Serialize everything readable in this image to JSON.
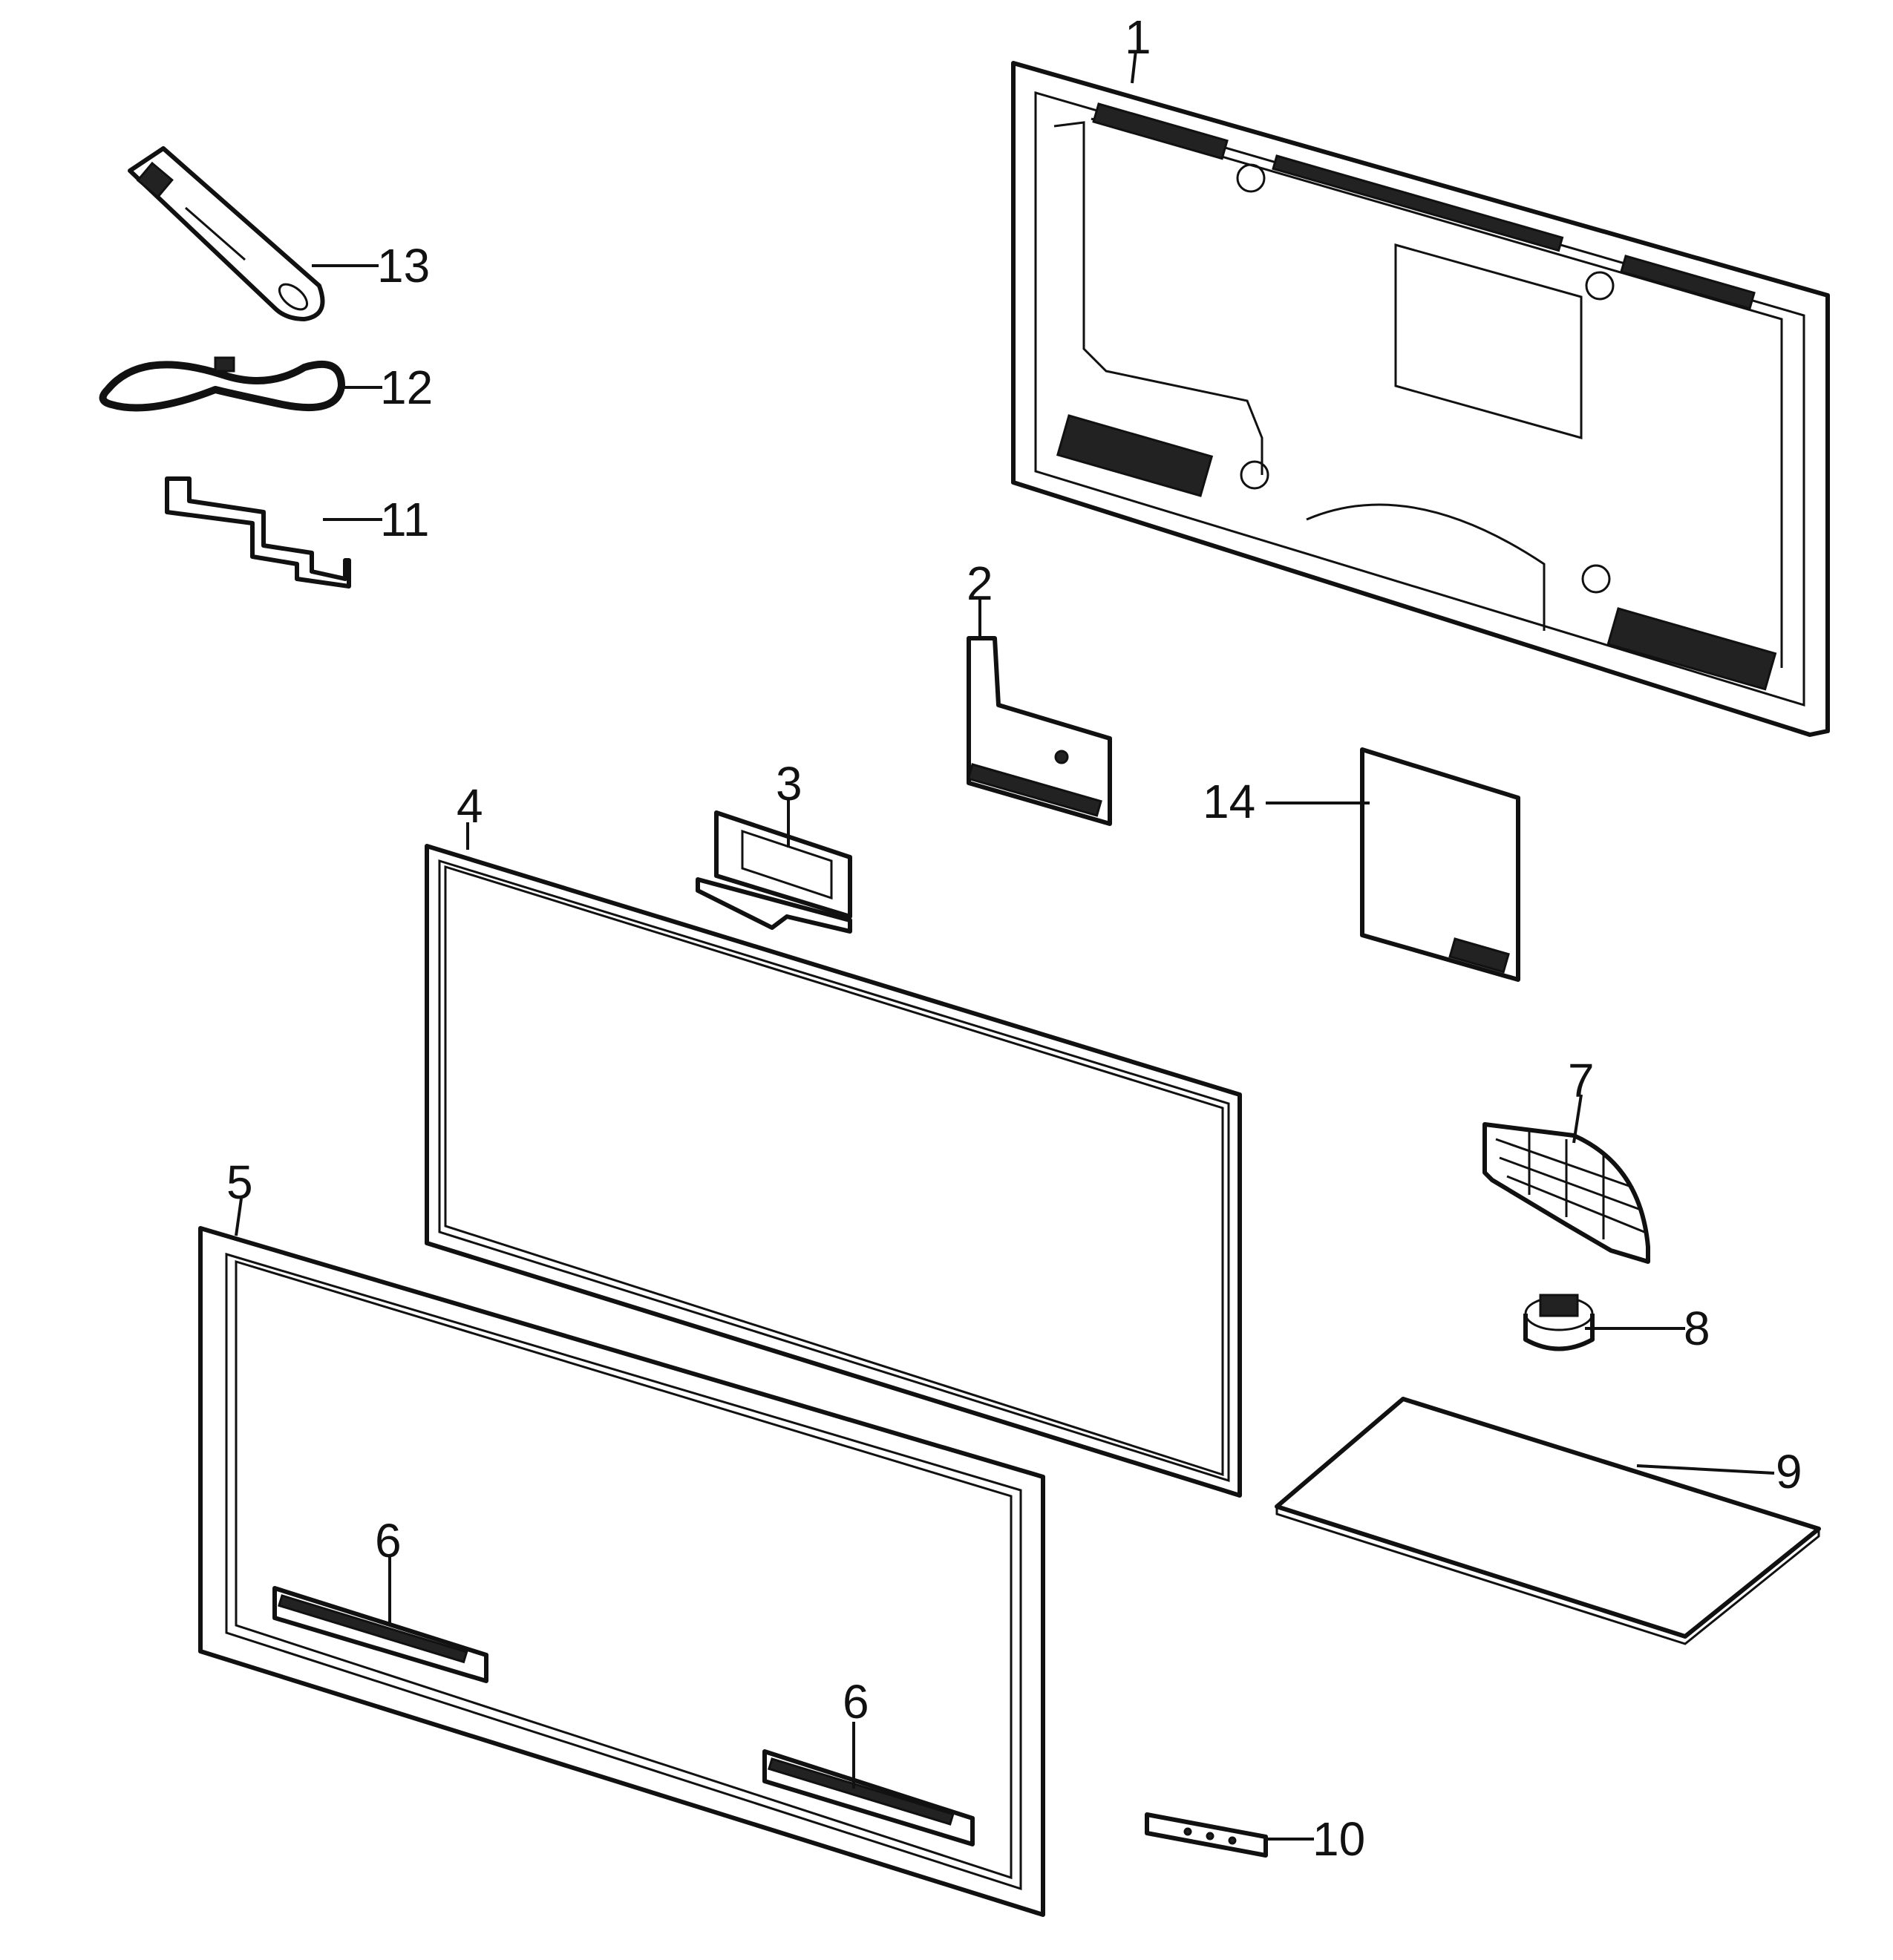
{
  "callouts": [
    "1",
    "2",
    "3",
    "4",
    "5",
    "6",
    "7",
    "8",
    "9",
    "10",
    "11",
    "12",
    "13",
    "14"
  ],
  "colors": {
    "line": "#111111",
    "background": "#ffffff"
  }
}
